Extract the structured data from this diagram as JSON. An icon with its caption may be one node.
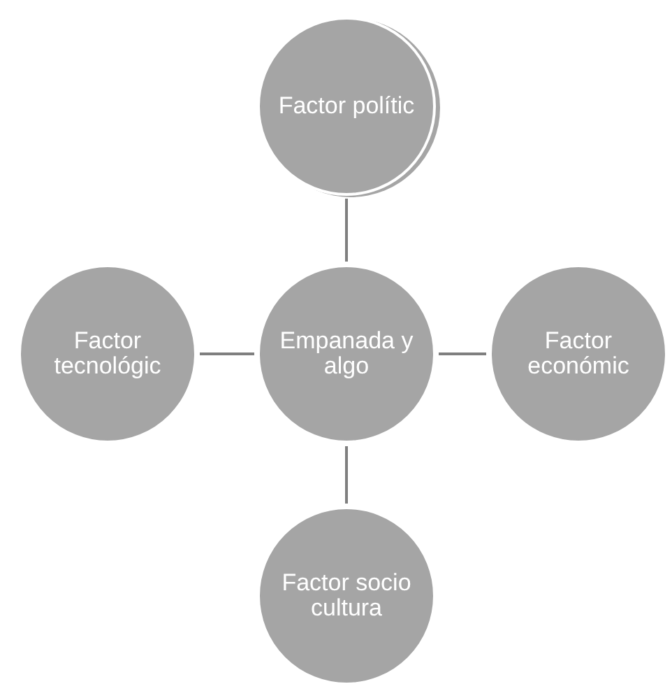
{
  "diagram": {
    "nodes": [
      {
        "text": [
          "Factor polític"
        ]
      },
      {
        "text": [
          "Factor tecnológic"
        ]
      },
      {
        "text": [
          "Empanada y algo"
        ]
      },
      {
        "text": [
          "Factor económic"
        ]
      },
      {
        "text": [
          "Factor socio cultura"
        ]
      }
    ],
    "edges": [
      {
        "from": 2,
        "to": 0,
        "arrow": "none"
      },
      {
        "from": 2,
        "to": 1,
        "arrow": "none"
      },
      {
        "from": 2,
        "to": 3,
        "arrow": "none"
      },
      {
        "from": 2,
        "to": 4,
        "arrow": "none"
      }
    ]
  }
}
